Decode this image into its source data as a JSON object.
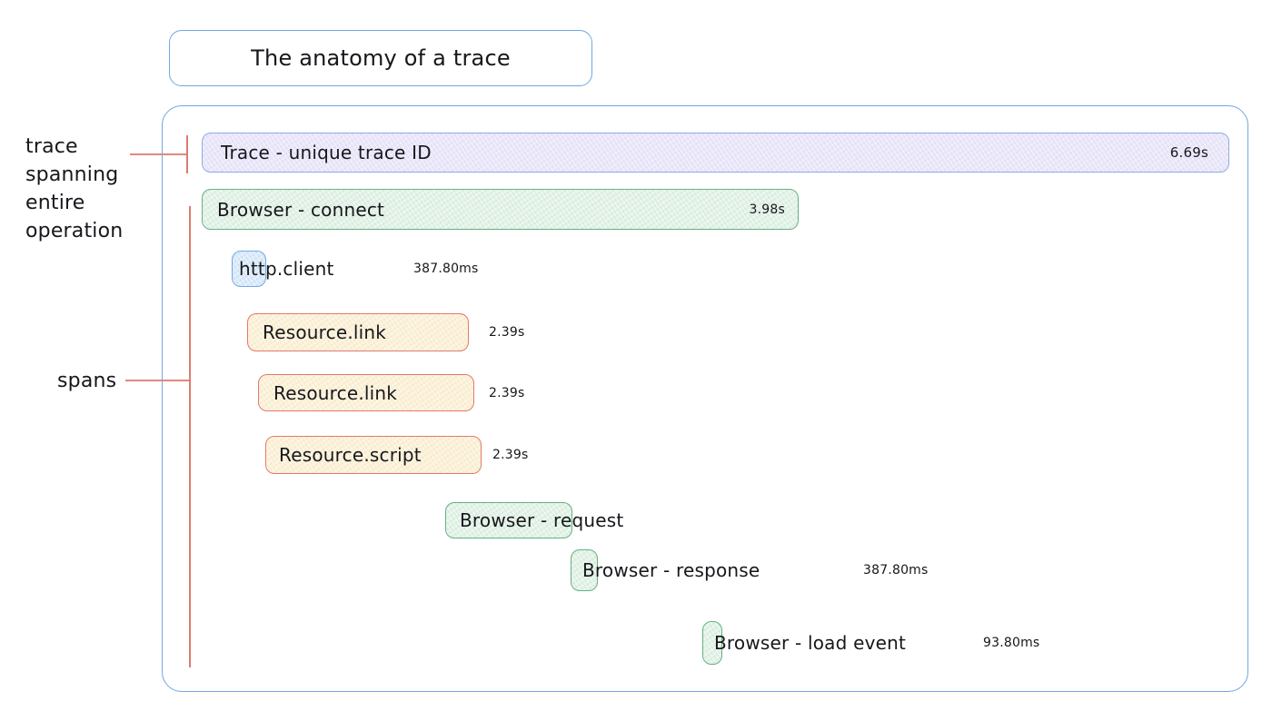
{
  "title": "The anatomy of a trace",
  "annotations": {
    "trace": "trace\nspanning\nentire\noperation",
    "spans": "spans"
  },
  "colors": {
    "outline_blue": "#6ea7e4",
    "annotation_red": "#dd7a70",
    "purple_fill": "#eae7f9",
    "purple_border": "#8cabe9",
    "green_fill": "#e4f3e8",
    "green_border": "#65b182",
    "blue_fill": "#dcebfb",
    "blue_border": "#75a9e6",
    "yellow_fill": "#fbf2d9",
    "yellow_border": "#e5786d",
    "text": "#17171c"
  },
  "spans": [
    {
      "label": "Trace - unique trace ID",
      "duration": "6.69s",
      "color": "purple"
    },
    {
      "label": "Browser - connect",
      "duration": "3.98s",
      "color": "green"
    },
    {
      "label": "http.client",
      "duration": "387.80ms",
      "color": "blue"
    },
    {
      "label": "Resource.link",
      "duration": "2.39s",
      "color": "yellow"
    },
    {
      "label": "Resource.link",
      "duration": "2.39s",
      "color": "yellow"
    },
    {
      "label": "Resource.script",
      "duration": "2.39s",
      "color": "yellow"
    },
    {
      "label": "Browser - request",
      "duration": "",
      "color": "green"
    },
    {
      "label": "Browser - response",
      "duration": "387.80ms",
      "color": "green"
    },
    {
      "label": "Browser - load event",
      "duration": "93.80ms",
      "color": "green"
    }
  ]
}
